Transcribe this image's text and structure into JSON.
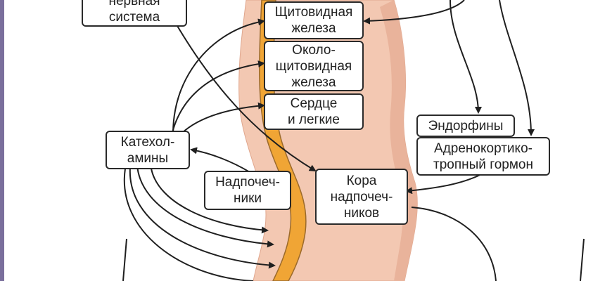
{
  "colors": {
    "body": "#f3c8b2",
    "body_shade": "#e9b39b",
    "spine": "#f0a535",
    "spine_edge": "#9b6a2b",
    "arrow": "#1f1f1f",
    "box_border": "#2a2a2a",
    "text": "#222222"
  },
  "labels": {
    "nervous_system": {
      "line1": "нервная",
      "line2": "система"
    },
    "thyroid": {
      "line1": "Щитовидная",
      "line2": "железа"
    },
    "parathyroid": {
      "line1": "Около-",
      "line2": "щитовидная",
      "line3": "железа"
    },
    "heart_lungs": {
      "line1": "Сердце",
      "line2": "и легкие"
    },
    "catecholamines": {
      "line1": "Катехол-",
      "line2": "амины"
    },
    "adrenals": {
      "line1": "Надпочеч-",
      "line2": "ники"
    },
    "adrenal_cortex": {
      "line1": "Кора",
      "line2": "надпочеч-",
      "line3": "ников"
    },
    "endorphins": {
      "line1": "Эндорфины"
    },
    "acth": {
      "line1": "Адренокортико-",
      "line2": "тропный гормон"
    }
  }
}
